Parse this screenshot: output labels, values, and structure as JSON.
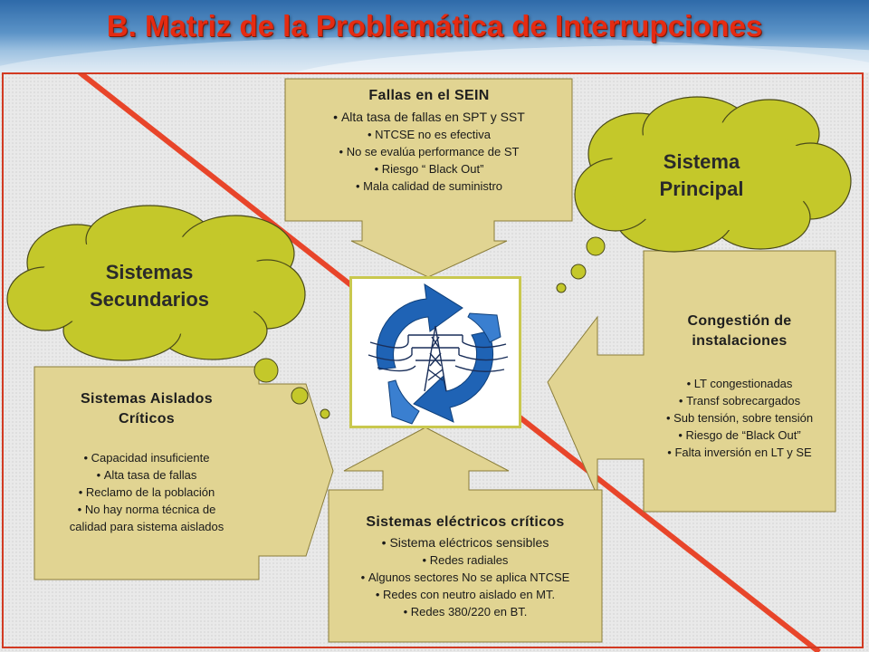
{
  "header": {
    "title": "B. Matriz de la Problemática de Interrupciones"
  },
  "colors": {
    "accent_red": "#e52b12",
    "box_fill": "#e1d492",
    "cloud_fill": "#c4c82a",
    "header_blue": "#3a74b0"
  },
  "clouds": {
    "principal": {
      "label": "Sistema Principal"
    },
    "secundarios": {
      "label": "Sistemas Secundarios"
    }
  },
  "boxes": {
    "fallas": {
      "title": "Fallas en el SEIN",
      "items": [
        "Alta tasa de fallas en SPT y SST",
        "NTCSE no es efectiva",
        "No se evalúa performance de ST",
        "Riesgo “ Black Out”",
        "Mala calidad de suministro"
      ]
    },
    "congestion": {
      "title": "Congestión de instalaciones",
      "items": [
        "LT congestionadas",
        "Transf  sobrecargados",
        "Sub tensión, sobre tensión",
        "Riesgo de “Black Out”",
        "Falta inversión en LT y SE"
      ]
    },
    "aislados": {
      "title": "Sistemas Aislados Críticos",
      "items": [
        "Capacidad insuficiente",
        "Alta tasa de fallas",
        "Reclamo de la población",
        "No hay norma técnica de calidad para sistema aislados"
      ]
    },
    "electricos": {
      "title": "Sistemas eléctricos críticos",
      "items": [
        "Sistema eléctricos sensibles",
        "Redes radiales",
        "Algunos sectores No se aplica NTCSE",
        "Redes con neutro aislado en MT.",
        "Redes 380/220 en BT."
      ]
    }
  },
  "logo": {
    "icon": "power-tower-cycle-icon"
  }
}
